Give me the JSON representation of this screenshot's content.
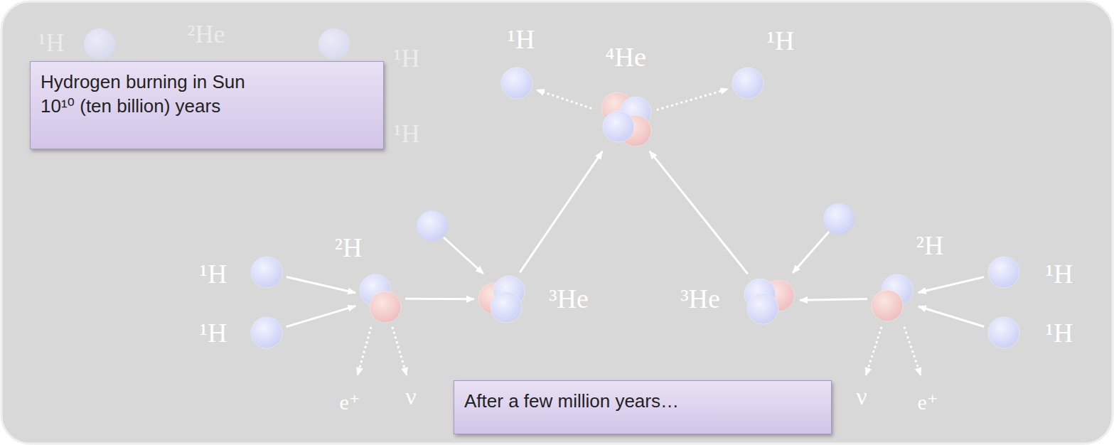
{
  "diagram": {
    "nodes": [
      {
        "text": [
          "Hydrogen burning in Sun",
          "10¹⁰ (ten billion) years"
        ]
      },
      {
        "text": [
          "⁴He"
        ]
      },
      {
        "text": [
          "¹H"
        ]
      },
      {
        "text": [
          "¹H"
        ]
      },
      {
        "text": [
          "¹H"
        ]
      },
      {
        "text": [
          "¹H"
        ]
      },
      {
        "text": [
          "²H"
        ]
      },
      {
        "text": [
          "³He"
        ]
      },
      {
        "text": [
          "³He"
        ]
      },
      {
        "text": [
          "²H"
        ]
      },
      {
        "text": [
          "¹H"
        ]
      },
      {
        "text": [
          "¹H"
        ]
      },
      {
        "text": [
          "After a few million years…"
        ]
      }
    ],
    "edges": [
      {
        "from": 4,
        "to": 6,
        "arrow": "to"
      },
      {
        "from": 5,
        "to": 6,
        "arrow": "to"
      },
      {
        "from": 6,
        "to": 7,
        "arrow": "to"
      },
      {
        "from": 7,
        "to": 1,
        "arrow": "to"
      },
      {
        "from": 10,
        "to": 9,
        "arrow": "to"
      },
      {
        "from": 11,
        "to": 9,
        "arrow": "to"
      },
      {
        "from": 9,
        "to": 8,
        "arrow": "to"
      },
      {
        "from": 8,
        "to": 1,
        "arrow": "to"
      },
      {
        "from": 1,
        "to": 2,
        "arrow": "to"
      },
      {
        "from": 1,
        "to": 3,
        "arrow": "to"
      }
    ],
    "labels": [
      "¹H",
      "²He",
      "¹H",
      "¹H",
      "e⁺",
      "ν",
      "ν",
      "e⁺"
    ]
  }
}
